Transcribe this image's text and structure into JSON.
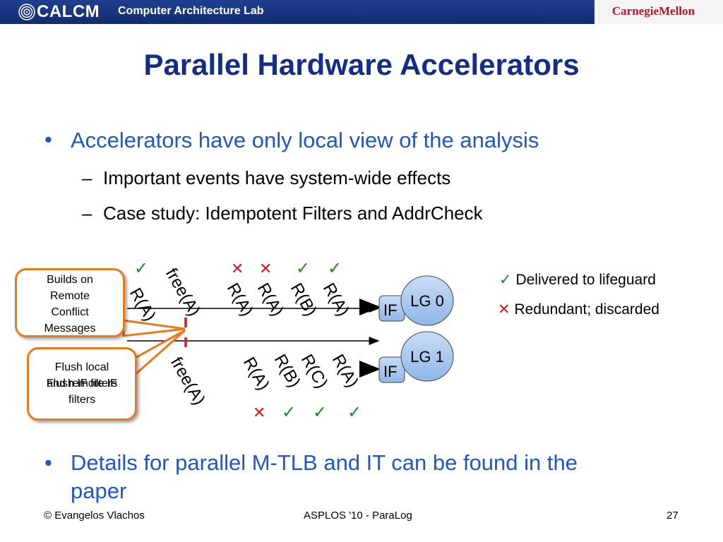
{
  "header": {
    "logo_text": "CALCM",
    "lab_name": "Computer Architecture Lab",
    "university": "CarnegieMellon",
    "logo_icon": "concentric-circles-icon"
  },
  "title": "Parallel Hardware Accelerators",
  "bullets": [
    {
      "text": "Accelerators have only local view of the analysis",
      "subitems": [
        "Important events have system-wide effects",
        "Case study: Idempotent Filters and AddrCheck"
      ]
    },
    {
      "text_line1": "Details for parallel M-TLB and IT can be found in the",
      "text_line2": "paper"
    }
  ],
  "diagram": {
    "callout_top": [
      "Builds on",
      "Remote",
      "Conflict",
      "Messages"
    ],
    "callout_bottom_line1": "Flush local",
    "callout_bottom_overlap_a": "Flush IF filters",
    "callout_bottom_overlap_b": "and remote IF",
    "callout_bottom_line3": "filters",
    "lane0_events": [
      "R(A)",
      "free(A)",
      "R(A)",
      "R(A)",
      "R(B)",
      "R(A)"
    ],
    "lane1_events": [
      "free(A)",
      "R(A)",
      "R(B)",
      "R(C)",
      "R(A)"
    ],
    "if_label": "IF",
    "lg0": "LG 0",
    "lg1": "LG 1",
    "mark_check": "✓",
    "mark_cross": "✕"
  },
  "legend": {
    "delivered": "Delivered to lifeguard",
    "redundant": "Redundant; discarded",
    "check": "✓",
    "cross": "✕"
  },
  "footer": {
    "left": "© Evangelos Vlachos",
    "center": "ASPLOS '10 - ParaLog",
    "page": "27"
  },
  "colors": {
    "header_blue": "#1a3785",
    "title_blue": "#142d86",
    "bullet_blue": "#1f57c8",
    "callout_orange": "#e87a1e",
    "check_green": "#1f8a1f",
    "cross_red": "#d71920",
    "lg_fill": "#a8c8ee"
  }
}
